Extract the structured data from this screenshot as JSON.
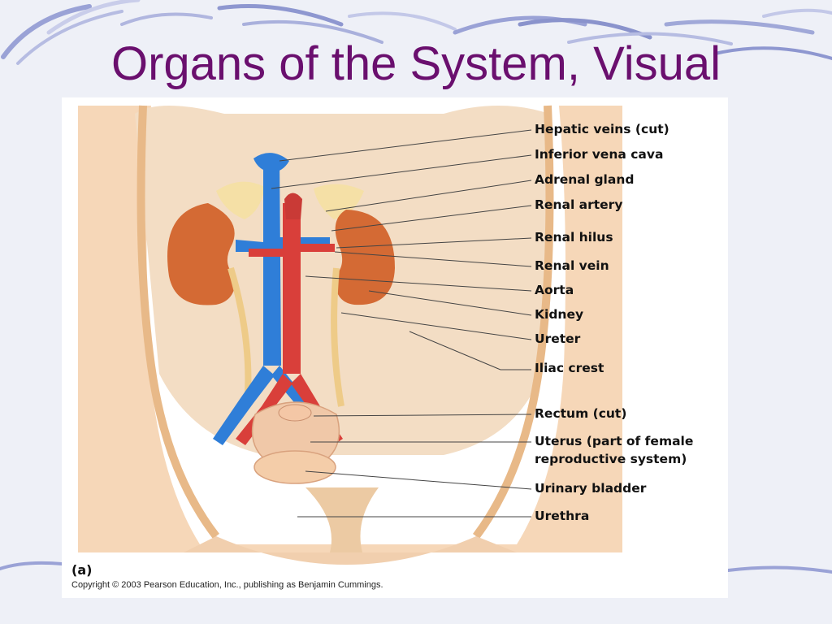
{
  "slide": {
    "title": "Organs of the System, Visual"
  },
  "figure": {
    "labels": [
      "Hepatic veins (cut)",
      "Inferior vena cava",
      "Adrenal gland",
      "Renal artery",
      "Renal hilus",
      "Renal vein",
      "Aorta",
      "Kidney",
      "Ureter",
      "Iliac crest",
      "Rectum (cut)",
      "Uterus (part of female",
      "reproductive system)",
      "Urinary bladder",
      "Urethra"
    ],
    "panel_letter": "(a)",
    "copyright": "Copyright © 2003 Pearson Education, Inc., publishing as Benjamin Cummings."
  }
}
